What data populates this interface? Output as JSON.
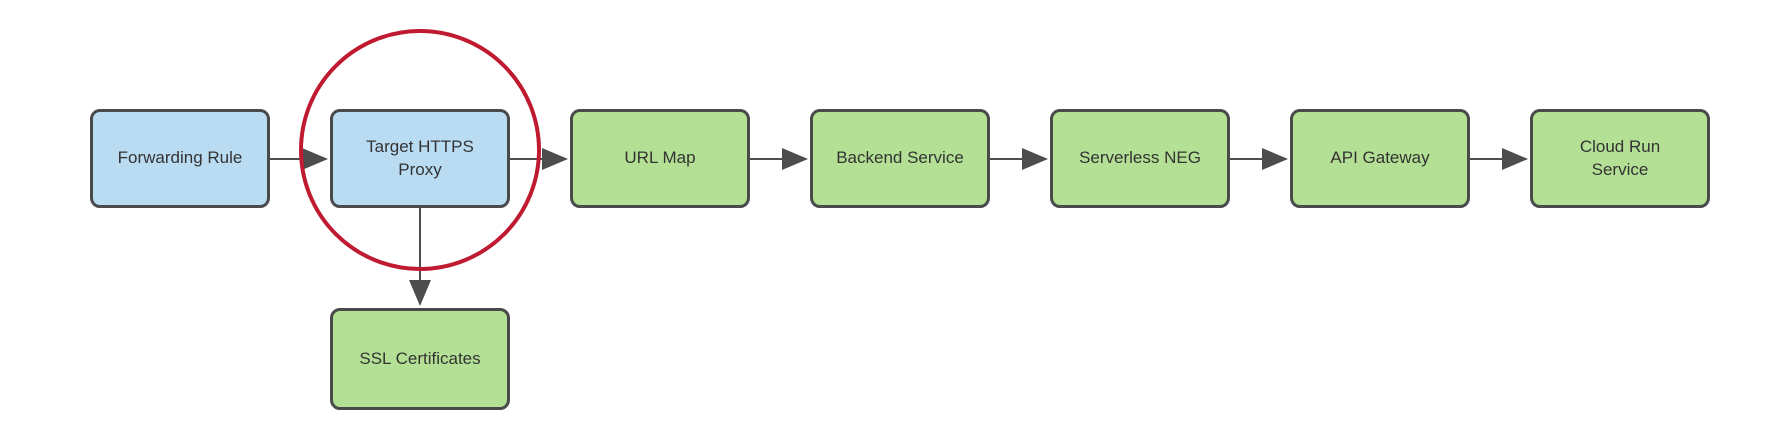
{
  "diagram": {
    "nodes": [
      {
        "label": "Forwarding Rule",
        "fill": "#b9dcf2",
        "shape_color_name": "blue"
      },
      {
        "label": "Target HTTPS\nProxy",
        "fill": "#b9dcf2",
        "shape_color_name": "blue",
        "annotated": true
      },
      {
        "label": "URL Map",
        "fill": "#b3e095",
        "shape_color_name": "green"
      },
      {
        "label": "Backend Service",
        "fill": "#b3e095",
        "shape_color_name": "green"
      },
      {
        "label": "Serverless NEG",
        "fill": "#b3e095",
        "shape_color_name": "green"
      },
      {
        "label": "API Gateway",
        "fill": "#b3e095",
        "shape_color_name": "green"
      },
      {
        "label": "Cloud Run\nService",
        "fill": "#b3e095",
        "shape_color_name": "green"
      },
      {
        "label": "SSL Certificates",
        "fill": "#b3e095",
        "shape_color_name": "green"
      }
    ],
    "edges": [
      {
        "from": "Forwarding Rule",
        "to": "Target HTTPS Proxy",
        "direction": "right"
      },
      {
        "from": "Target HTTPS Proxy",
        "to": "URL Map",
        "direction": "right"
      },
      {
        "from": "URL Map",
        "to": "Backend Service",
        "direction": "right"
      },
      {
        "from": "Backend Service",
        "to": "Serverless NEG",
        "direction": "right"
      },
      {
        "from": "Serverless NEG",
        "to": "API Gateway",
        "direction": "right"
      },
      {
        "from": "API Gateway",
        "to": "Cloud Run Service",
        "direction": "right"
      },
      {
        "from": "Target HTTPS Proxy",
        "to": "SSL Certificates",
        "direction": "down"
      }
    ],
    "annotation": {
      "type": "highlight-circle",
      "around": "Target HTTPS Proxy",
      "color": "#bf1a2f"
    },
    "colors": {
      "node_border": "#4a4a4a",
      "arrow": "#4d4d4d",
      "text": "#333333",
      "blue_fill": "#b9dcf2",
      "green_fill": "#b3e095",
      "highlight_circle": "#bf1a2f",
      "background": "#ffffff"
    }
  }
}
